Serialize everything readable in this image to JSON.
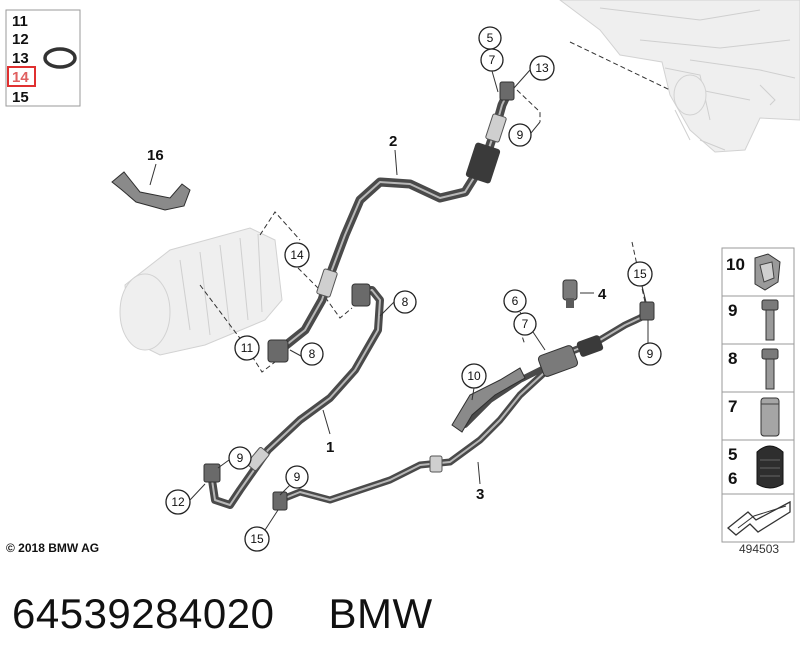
{
  "top_left_legend": {
    "numbers": [
      "11",
      "12",
      "13",
      "14",
      "15"
    ],
    "highlighted": "14",
    "highlight_color": "#e03030"
  },
  "callouts": {
    "c5_top": "5",
    "c7_top": "7",
    "c13": "13",
    "c9_top": "9",
    "c14": "14",
    "c8_left": "8",
    "c8_mid": "8",
    "c11": "11",
    "c9_left": "9",
    "c12": "12",
    "c9_bottom": "9",
    "c15_bottom": "15",
    "c6": "6",
    "c7_mid": "7",
    "c10": "10",
    "c15_right": "15",
    "c9_right": "9"
  },
  "part_labels": {
    "p2": "2",
    "p16": "16",
    "p1": "1",
    "p3": "3",
    "p4": "4"
  },
  "right_legend": {
    "items": [
      "10",
      "9",
      "8",
      "7",
      "5",
      "6"
    ]
  },
  "icons": [
    "o-ring-icon",
    "bracket-icon",
    "compressor-icon",
    "clip-icon",
    "bolt-icon",
    "sleeve-icon",
    "valve-cap-icon",
    "arrow-icon",
    "pressure-sensor-icon"
  ],
  "copyright": "© 2018 BMW AG",
  "diagram_id": "494503",
  "caption": {
    "part_number": "64539284020",
    "brand": "BMW"
  }
}
